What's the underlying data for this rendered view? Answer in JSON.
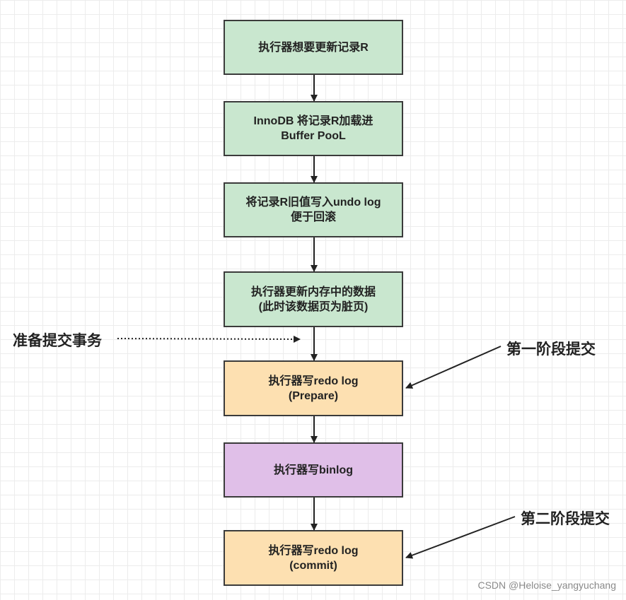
{
  "steps": [
    {
      "lines": [
        "执行器想要更新记录R"
      ],
      "color": "#c9e7cf"
    },
    {
      "lines": [
        "InnoDB 将记录R加载进",
        "Buffer PooL"
      ],
      "color": "#c9e7cf"
    },
    {
      "lines": [
        "将记录R旧值写入undo log",
        "便于回滚"
      ],
      "color": "#c9e7cf"
    },
    {
      "lines": [
        "执行器更新内存中的数据",
        "(此时该数据页为脏页)"
      ],
      "color": "#c9e7cf"
    },
    {
      "lines": [
        "执行器写redo log",
        "(Prepare)"
      ],
      "color": "#fde0b1"
    },
    {
      "lines": [
        "执行器写binlog"
      ],
      "color": "#e0bfe8"
    },
    {
      "lines": [
        "执行器写redo log",
        "(commit)"
      ],
      "color": "#fde0b1"
    }
  ],
  "annotations": {
    "prepare_tx": "准备提交事务",
    "phase_one": "第一阶段提交",
    "phase_two": "第二阶段提交"
  },
  "watermark": "CSDN @Heloise_yangyuchang"
}
